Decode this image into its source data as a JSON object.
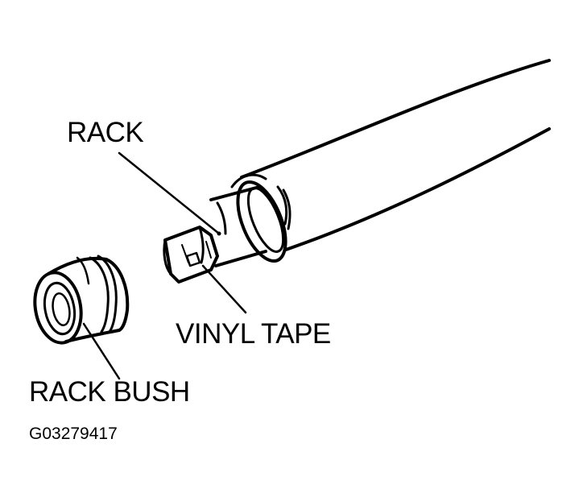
{
  "labels": {
    "rack": "RACK",
    "vinyl_tape": "VINYL TAPE",
    "rack_bush": "RACK BUSH",
    "figure_id": "G03279417"
  },
  "colors": {
    "ink": "#000000",
    "paper": "#ffffff"
  }
}
